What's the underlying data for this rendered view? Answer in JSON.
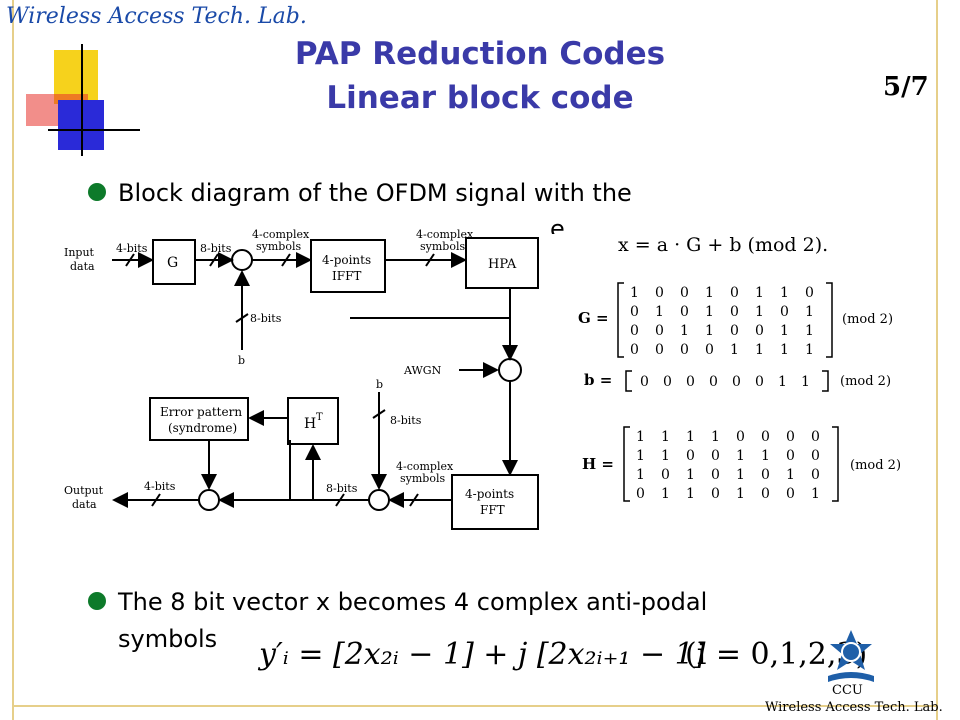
{
  "header": {
    "lab_name": "Wireless Access Tech. Lab.",
    "title_line1": "PAP Reduction Codes",
    "title_line2": "Linear block code",
    "page_number": "5/7"
  },
  "bullets": [
    {
      "line1": "Block diagram of the OFDM signal with the",
      "line2": "e"
    },
    {
      "line1": "The 8 bit vector x becomes 4 complex anti-podal",
      "line2": "symbols"
    }
  ],
  "diagram": {
    "input_label": [
      "Input",
      "data"
    ],
    "output_label": [
      "Output",
      "data"
    ],
    "blocks": {
      "g": "G",
      "ifft": [
        "4-points",
        "IFFT"
      ],
      "hpa": "HPA",
      "fft": [
        "4-points",
        "FFT"
      ],
      "ht": "H",
      "ht_sup": "T",
      "error": [
        "Error pattern",
        "(syndrome)"
      ]
    },
    "signals": {
      "bits4_in": "4-bits",
      "bits8_top": "8-bits",
      "cplx_top1": [
        "4-complex",
        "symbols"
      ],
      "cplx_top2": [
        "4-complex",
        "symbols"
      ],
      "bits8_b": "8-bits",
      "b_top": "b",
      "awgn": "AWGN",
      "b_right": "b",
      "bits8_right": "8-bits",
      "cplx_bottom": [
        "4-complex",
        "symbols"
      ],
      "bits8_bottom": "8-bits",
      "bits4_out": "4-bits"
    }
  },
  "equations": {
    "x_eq": "x = a · G + b  (mod 2).",
    "g_label": "G =",
    "g_matrix": [
      [
        "1",
        "0",
        "0",
        "1",
        "0",
        "1",
        "1",
        "0"
      ],
      [
        "0",
        "1",
        "0",
        "1",
        "0",
        "1",
        "0",
        "1"
      ],
      [
        "0",
        "0",
        "1",
        "1",
        "0",
        "0",
        "1",
        "1"
      ],
      [
        "0",
        "0",
        "0",
        "0",
        "1",
        "1",
        "1",
        "1"
      ]
    ],
    "g_mod": "(mod 2)",
    "b_label": "b =",
    "b_vector": [
      "0",
      "0",
      "0",
      "0",
      "0",
      "0",
      "1",
      "1"
    ],
    "b_mod": "(mod 2)",
    "h_label": "H =",
    "h_matrix": [
      [
        "1",
        "1",
        "1",
        "1",
        "0",
        "0",
        "0",
        "0"
      ],
      [
        "1",
        "1",
        "0",
        "0",
        "1",
        "1",
        "0",
        "0"
      ],
      [
        "1",
        "0",
        "1",
        "0",
        "1",
        "0",
        "1",
        "0"
      ],
      [
        "0",
        "1",
        "1",
        "0",
        "1",
        "0",
        "0",
        "1"
      ]
    ],
    "h_mod": "(mod 2)",
    "y_eq": "y′ᵢ = [2x₂ᵢ − 1] + j [2x₂ᵢ₊₁ − 1]",
    "i_range": "(i = 0,1,2,3)"
  },
  "footer": {
    "ccu": "CCU",
    "lab_name": "Wireless Access Tech. Lab."
  },
  "colors": {
    "title": "#3a3aa8",
    "bullet": "#0d7a2a",
    "frame": "#e6cf8a",
    "logo_yellow": "#f6d21c",
    "logo_red": "#e8322a",
    "logo_blue": "#2a2ad8"
  }
}
